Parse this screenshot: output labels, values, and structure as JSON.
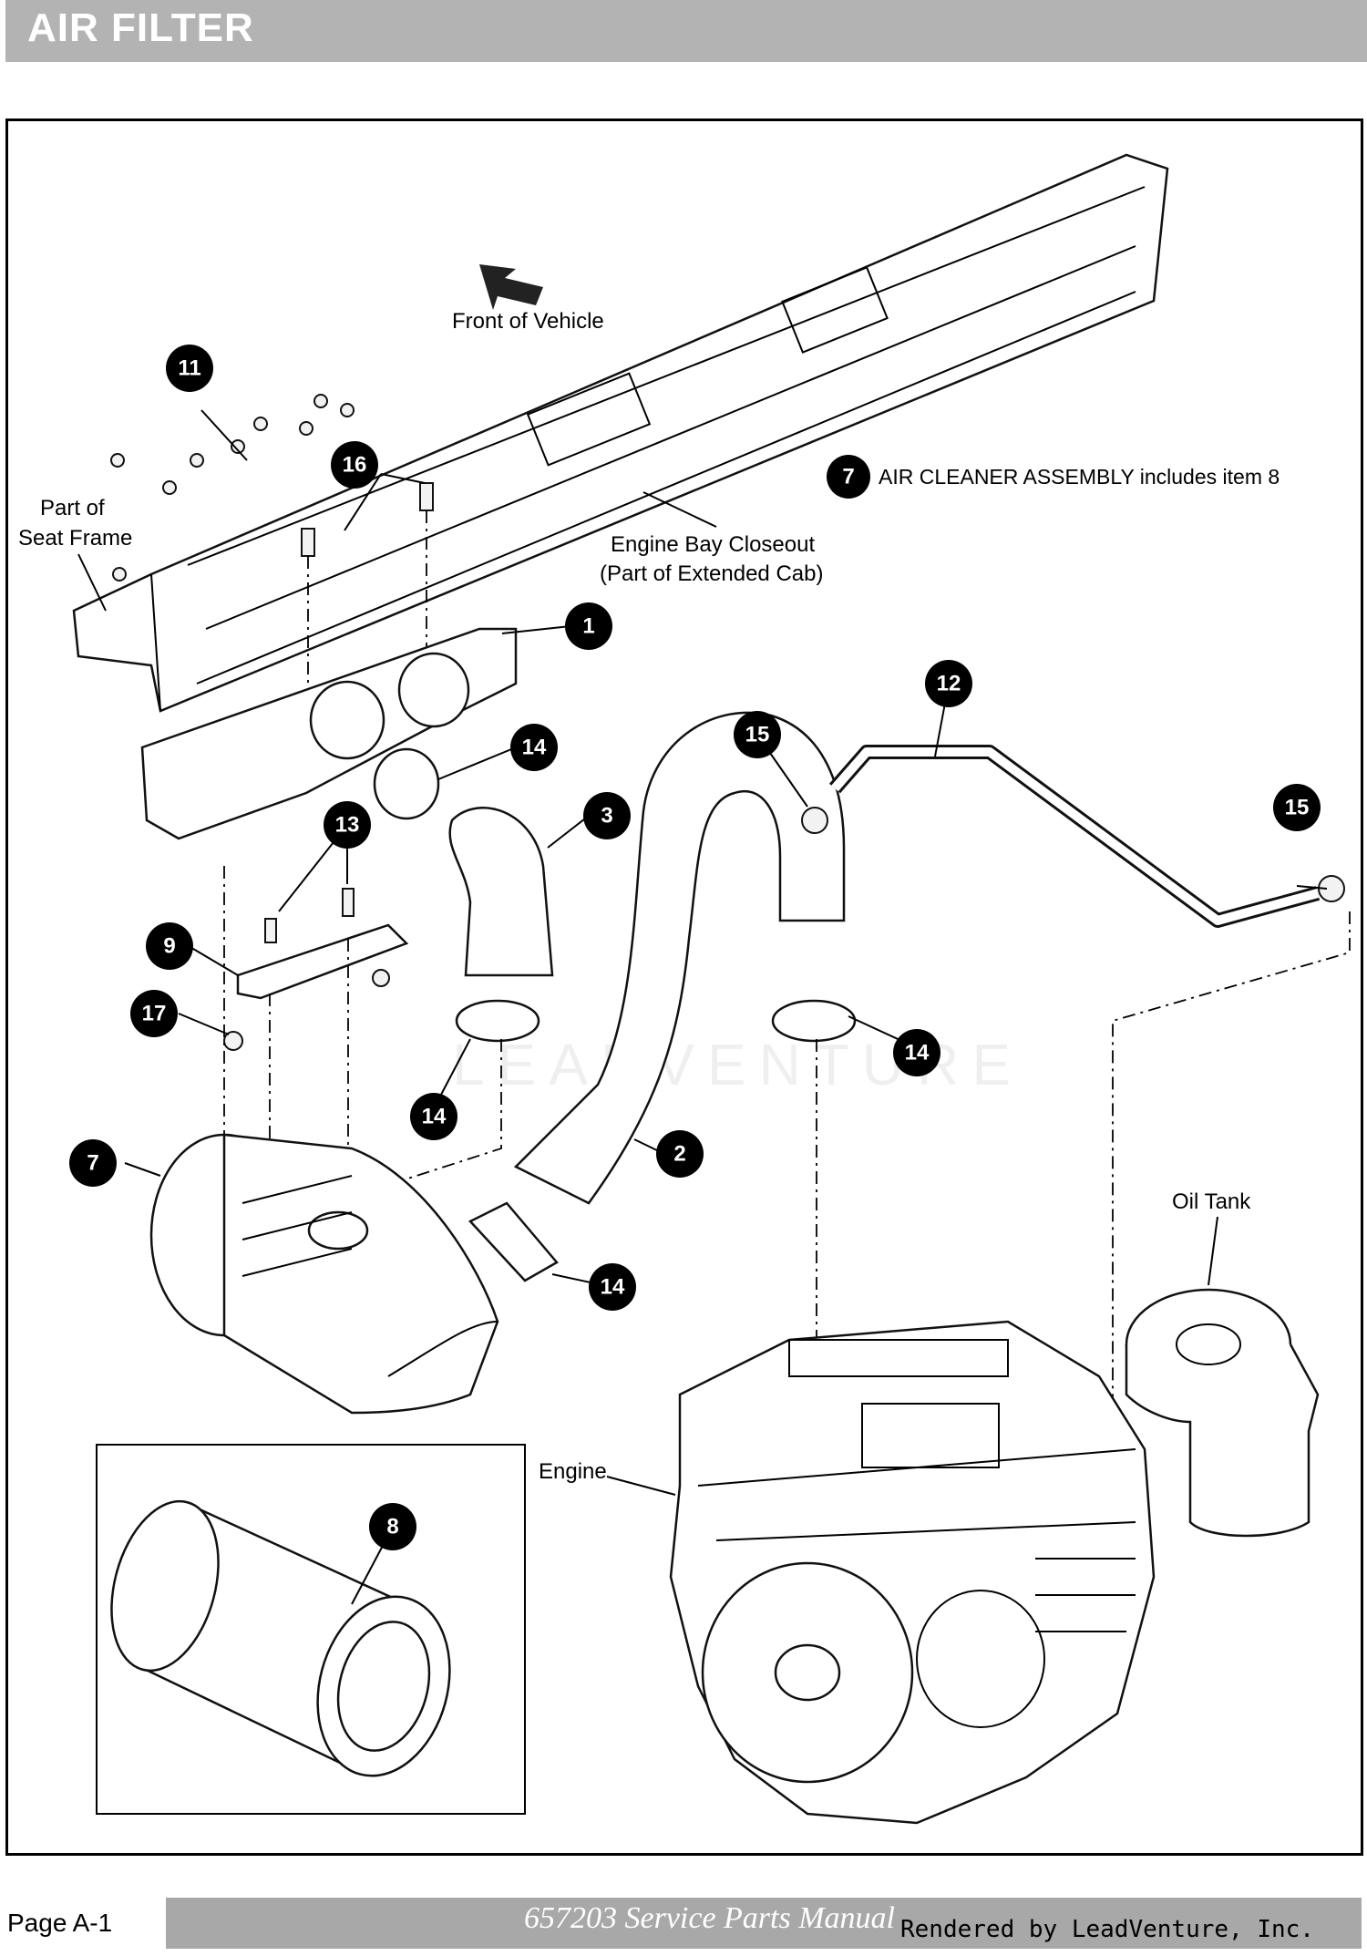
{
  "header": {
    "title": "AIR FILTER"
  },
  "diagram": {
    "labels": {
      "front_of_vehicle": "Front of Vehicle",
      "part_of": "Part of",
      "seat_frame": "Seat Frame",
      "engine_bay_closeout": "Engine Bay Closeout",
      "part_of_extended_cab": "(Part of Extended Cab)",
      "oil_tank": "Oil Tank",
      "engine": "Engine"
    },
    "note": {
      "callout": "7",
      "text": "AIR CLEANER ASSEMBLY includes item 8"
    },
    "watermark": "LEADVENTURE",
    "callouts": [
      "11",
      "16",
      "1",
      "14",
      "15",
      "12",
      "3",
      "13",
      "9",
      "17",
      "14",
      "14",
      "15",
      "2",
      "7",
      "14",
      "8"
    ]
  },
  "footer": {
    "page": "Page  A-1",
    "manual": "657203 Service Parts Manual",
    "rendered_by": "Rendered by LeadVenture, Inc."
  }
}
